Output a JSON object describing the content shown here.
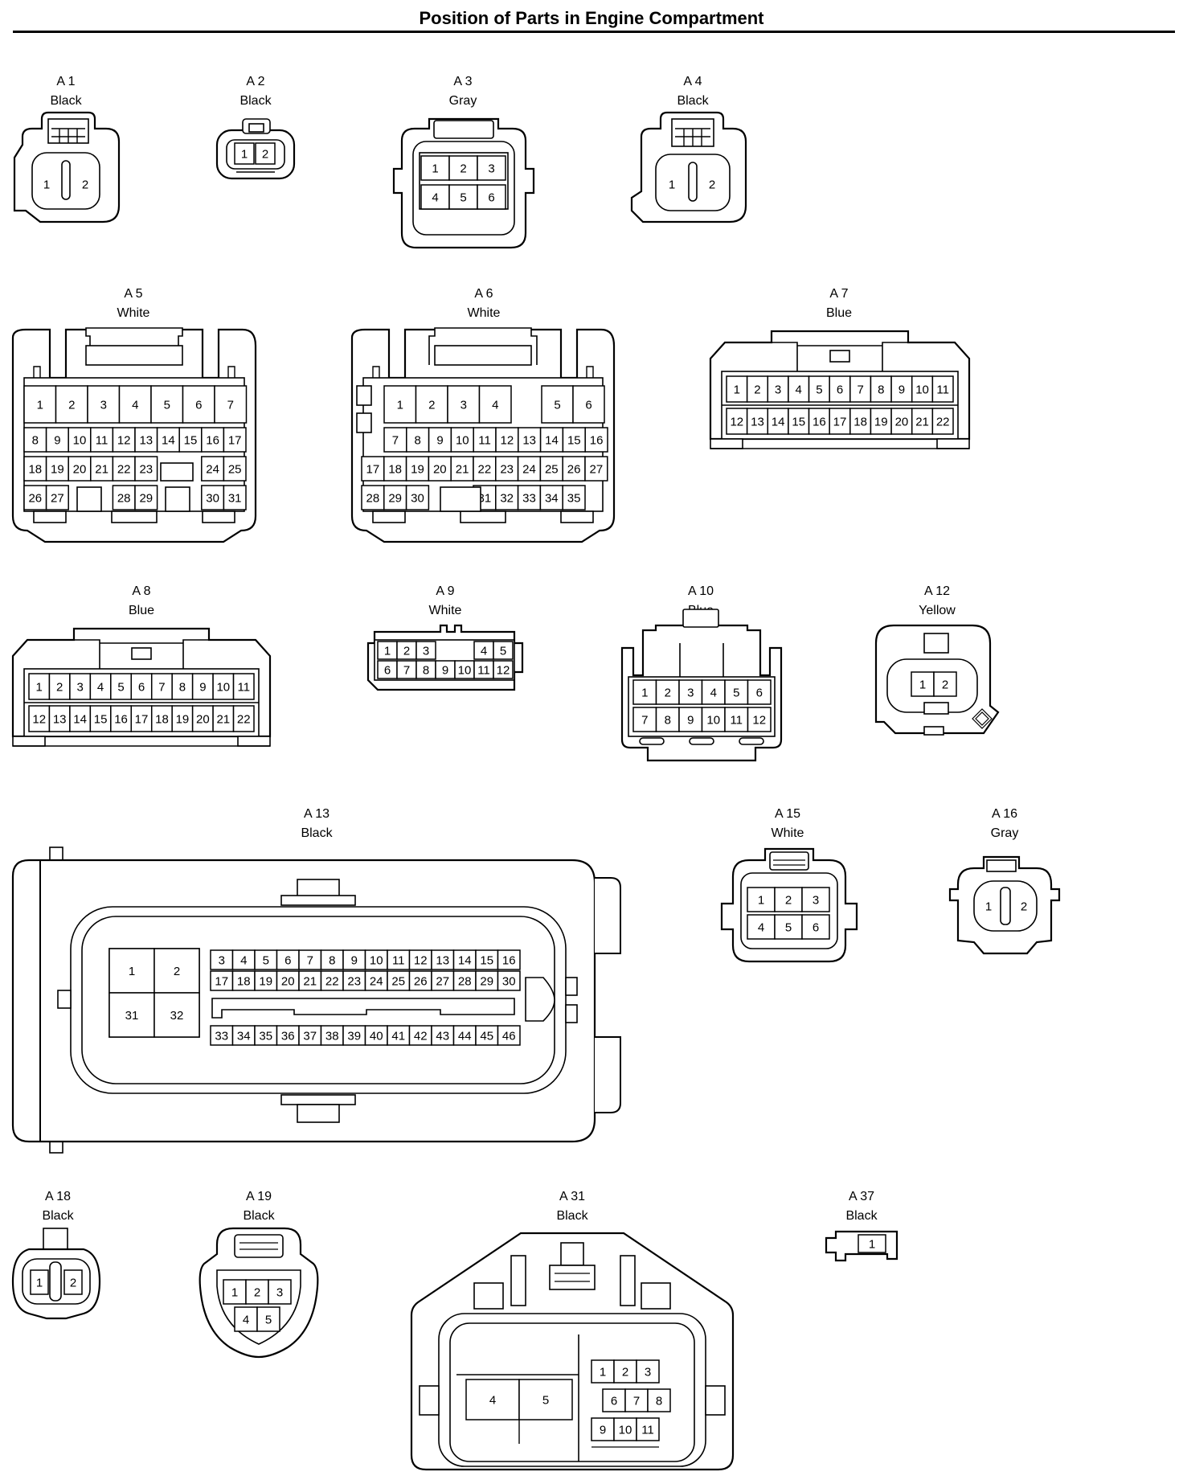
{
  "title": "Position of Parts in Engine Compartment",
  "connectors": [
    {
      "id": "A 1",
      "color": "Black"
    },
    {
      "id": "A 2",
      "color": "Black"
    },
    {
      "id": "A 3",
      "color": "Gray"
    },
    {
      "id": "A 4",
      "color": "Black"
    },
    {
      "id": "A 5",
      "color": "White"
    },
    {
      "id": "A 6",
      "color": "White"
    },
    {
      "id": "A 7",
      "color": "Blue"
    },
    {
      "id": "A 8",
      "color": "Blue"
    },
    {
      "id": "A 9",
      "color": "White"
    },
    {
      "id": "A 10",
      "color": "Blue"
    },
    {
      "id": "A 12",
      "color": "Yellow"
    },
    {
      "id": "A 13",
      "color": "Black"
    },
    {
      "id": "A 15",
      "color": "White"
    },
    {
      "id": "A 16",
      "color": "Gray"
    },
    {
      "id": "A 18",
      "color": "Black"
    },
    {
      "id": "A 19",
      "color": "Black"
    },
    {
      "id": "A 31",
      "color": "Black"
    },
    {
      "id": "A 37",
      "color": "Black"
    }
  ]
}
